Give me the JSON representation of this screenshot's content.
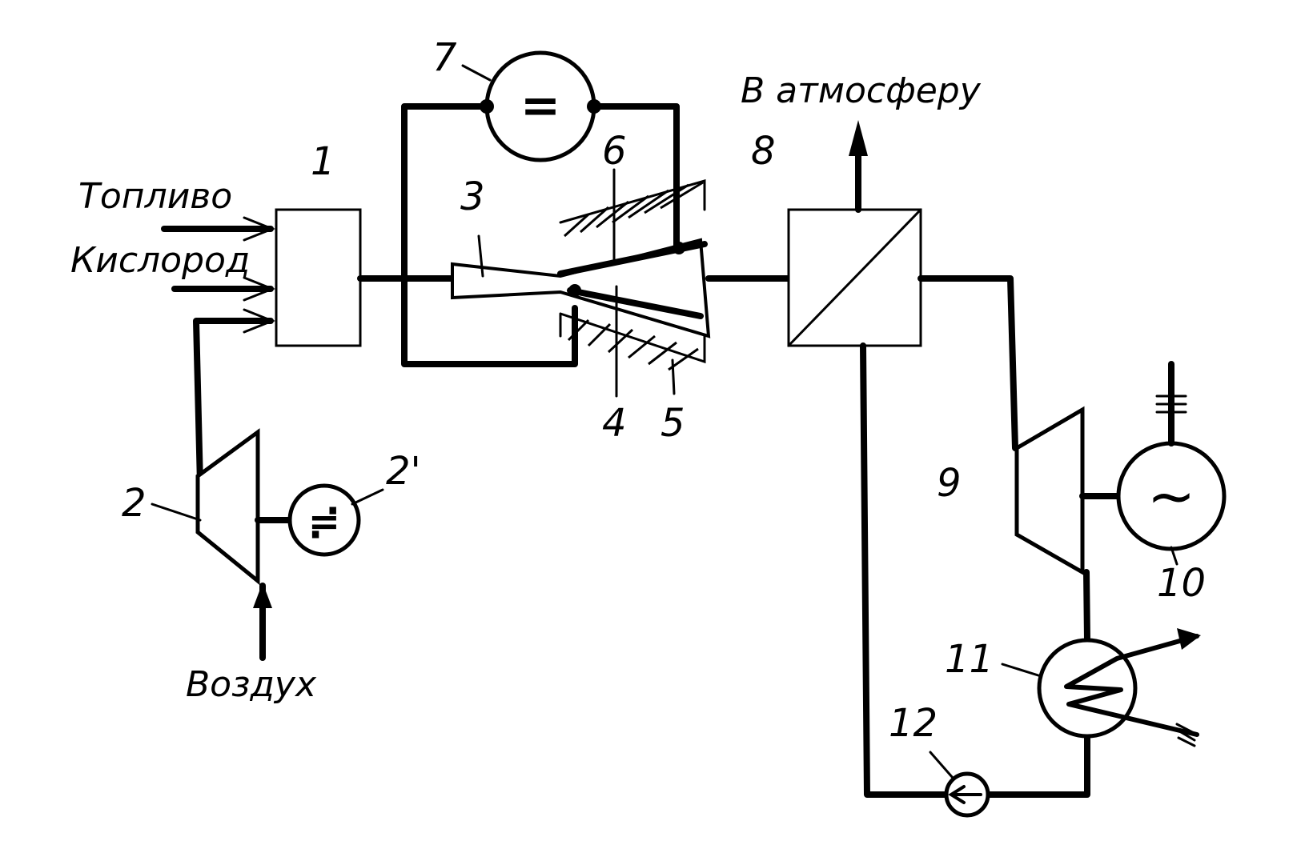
{
  "inputs": {
    "fuel": "Топливо",
    "oxygen": "Кислород",
    "air": "Воздух",
    "atmosphere": "В атмосферу"
  },
  "component_numbers": {
    "n1": "1",
    "n2": "2",
    "n2p": "2'",
    "n3": "3",
    "n4": "4",
    "n5": "5",
    "n6": "6",
    "n7": "7",
    "n8": "8",
    "n9": "9",
    "n10": "10",
    "n11": "11",
    "n12": "12"
  },
  "symbols": {
    "dc": "=",
    "dc_motor": "≓",
    "ac": "~"
  }
}
